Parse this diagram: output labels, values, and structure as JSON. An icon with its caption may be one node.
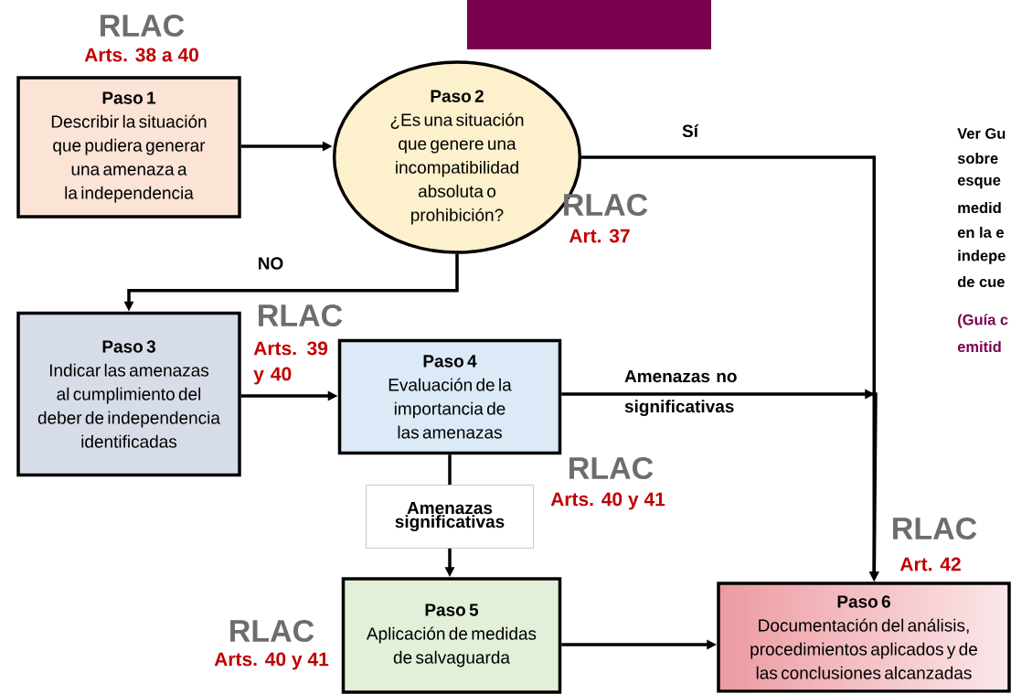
{
  "diagram": {
    "nodes": [
      {
        "text": [
          "Paso 1",
          "Describir la situación que pudiera generar una amenaza a la independencia"
        ]
      },
      {
        "text": [
          "Paso 2",
          "¿Es una situación que genere una incompatibilidad absoluta o prohibición?"
        ]
      },
      {
        "text": [
          "Paso 3",
          "Indicar las amenazas al cumplimiento del deber de independencia identificadas"
        ]
      },
      {
        "text": [
          "Paso 4",
          "Evaluación de la importancia de las amenazas"
        ]
      },
      {
        "text": [
          "Amenazas significativas"
        ]
      },
      {
        "text": [
          "Paso 5",
          "Aplicación de medidas de salvaguarda"
        ]
      },
      {
        "text": [
          "Paso 6",
          "Documentación del análisis, procedimientos aplicados y de las conclusiones alcanzadas"
        ]
      }
    ],
    "edges": [
      {
        "from": 0,
        "to": 1,
        "arrow": "to"
      },
      {
        "from": 1,
        "to": 6,
        "arrow": "to",
        "label": "Sí"
      },
      {
        "from": 1,
        "to": 2,
        "arrow": "to",
        "label": "NO"
      },
      {
        "from": 2,
        "to": 3,
        "arrow": "to"
      },
      {
        "from": 3,
        "to": 4,
        "arrow": "none"
      },
      {
        "from": 4,
        "to": 5,
        "arrow": "to"
      },
      {
        "from": 3,
        "to": 6,
        "arrow": "to",
        "label": "Amenazas no significativas"
      },
      {
        "from": 5,
        "to": 6,
        "arrow": "to"
      }
    ],
    "labels": [
      "RLAC",
      "Arts. 38 a 40",
      "RLAC",
      "Art. 37",
      "Ver Gu",
      "sobre",
      "esque",
      "medid",
      "en la e",
      "indepe",
      "de cue",
      "(Guía c",
      "emitid",
      "RLAC",
      "Arts. 39 y 40",
      "RLAC",
      "Arts. 40 y 41",
      "RLAC",
      "Art. 42",
      "RLAC",
      "Arts. 40 y 41"
    ]
  }
}
